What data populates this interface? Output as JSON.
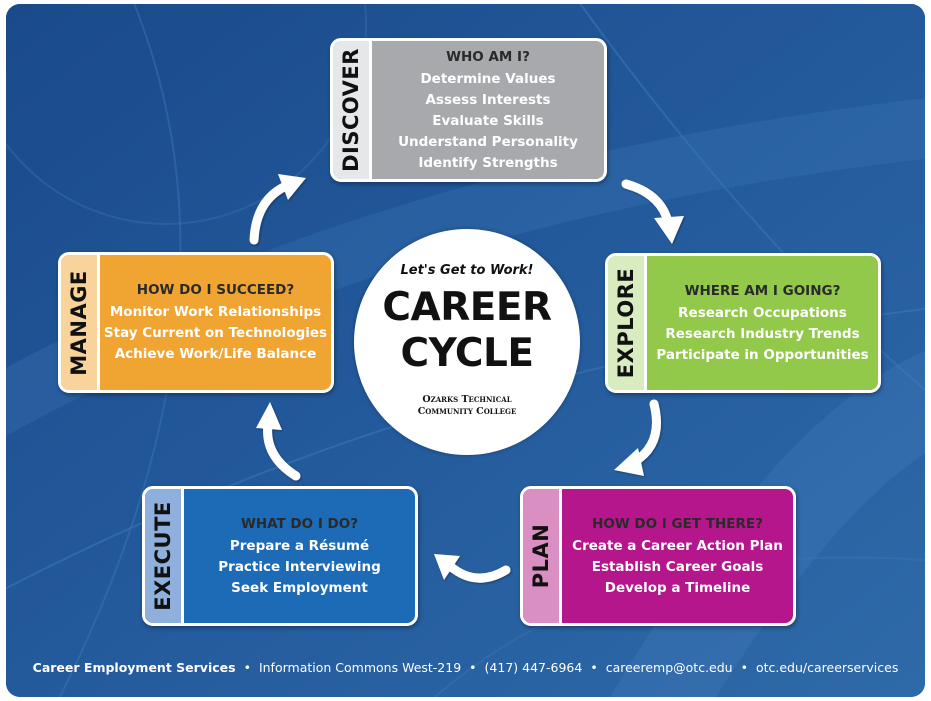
{
  "colors": {
    "background": "#1d4f8f",
    "discover": "#a7a9ac",
    "discover_tab": "#e6e7e8",
    "explore": "#92c94a",
    "explore_tab": "#d9ecbf",
    "plan": "#b5168c",
    "plan_tab": "#d98fc2",
    "execute": "#1d6bb6",
    "execute_tab": "#8fb0dc",
    "manage": "#f0a432",
    "manage_tab": "#f8d39b"
  },
  "center": {
    "tagline": "Let's Get to Work!",
    "headline_line1": "CAREER",
    "headline_line2": "CYCLE",
    "college_line1": "Ozarks Technical",
    "college_line2": "Community College"
  },
  "stages": {
    "discover": {
      "label": "DISCOVER",
      "title": "WHO AM I?",
      "items": [
        "Determine Values",
        "Assess Interests",
        "Evaluate Skills",
        "Understand Personality",
        "Identify Strengths"
      ]
    },
    "explore": {
      "label": "EXPLORE",
      "title": "WHERE AM I GOING?",
      "items": [
        "Research Occupations",
        "Research Industry Trends",
        "Participate in Opportunities"
      ]
    },
    "plan": {
      "label": "PLAN",
      "title": "HOW DO I GET THERE?",
      "items": [
        "Create a Career Action Plan",
        "Establish Career Goals",
        "Develop a Timeline"
      ]
    },
    "execute": {
      "label": "EXECUTE",
      "title": "WHAT DO I DO?",
      "items": [
        "Prepare a Résumé",
        "Practice Interviewing",
        "Seek Employment"
      ]
    },
    "manage": {
      "label": "MANAGE",
      "title": "HOW DO I SUCCEED?",
      "items": [
        "Monitor Work Relationships",
        "Stay Current on Technologies",
        "Achieve Work/Life Balance"
      ]
    }
  },
  "footer": {
    "office": "Career Employment Services",
    "location": "Information Commons West-219",
    "phone": "(417) 447-6964",
    "email": "careeremp@otc.edu",
    "website": "otc.edu/careerservices",
    "separator": "•"
  }
}
